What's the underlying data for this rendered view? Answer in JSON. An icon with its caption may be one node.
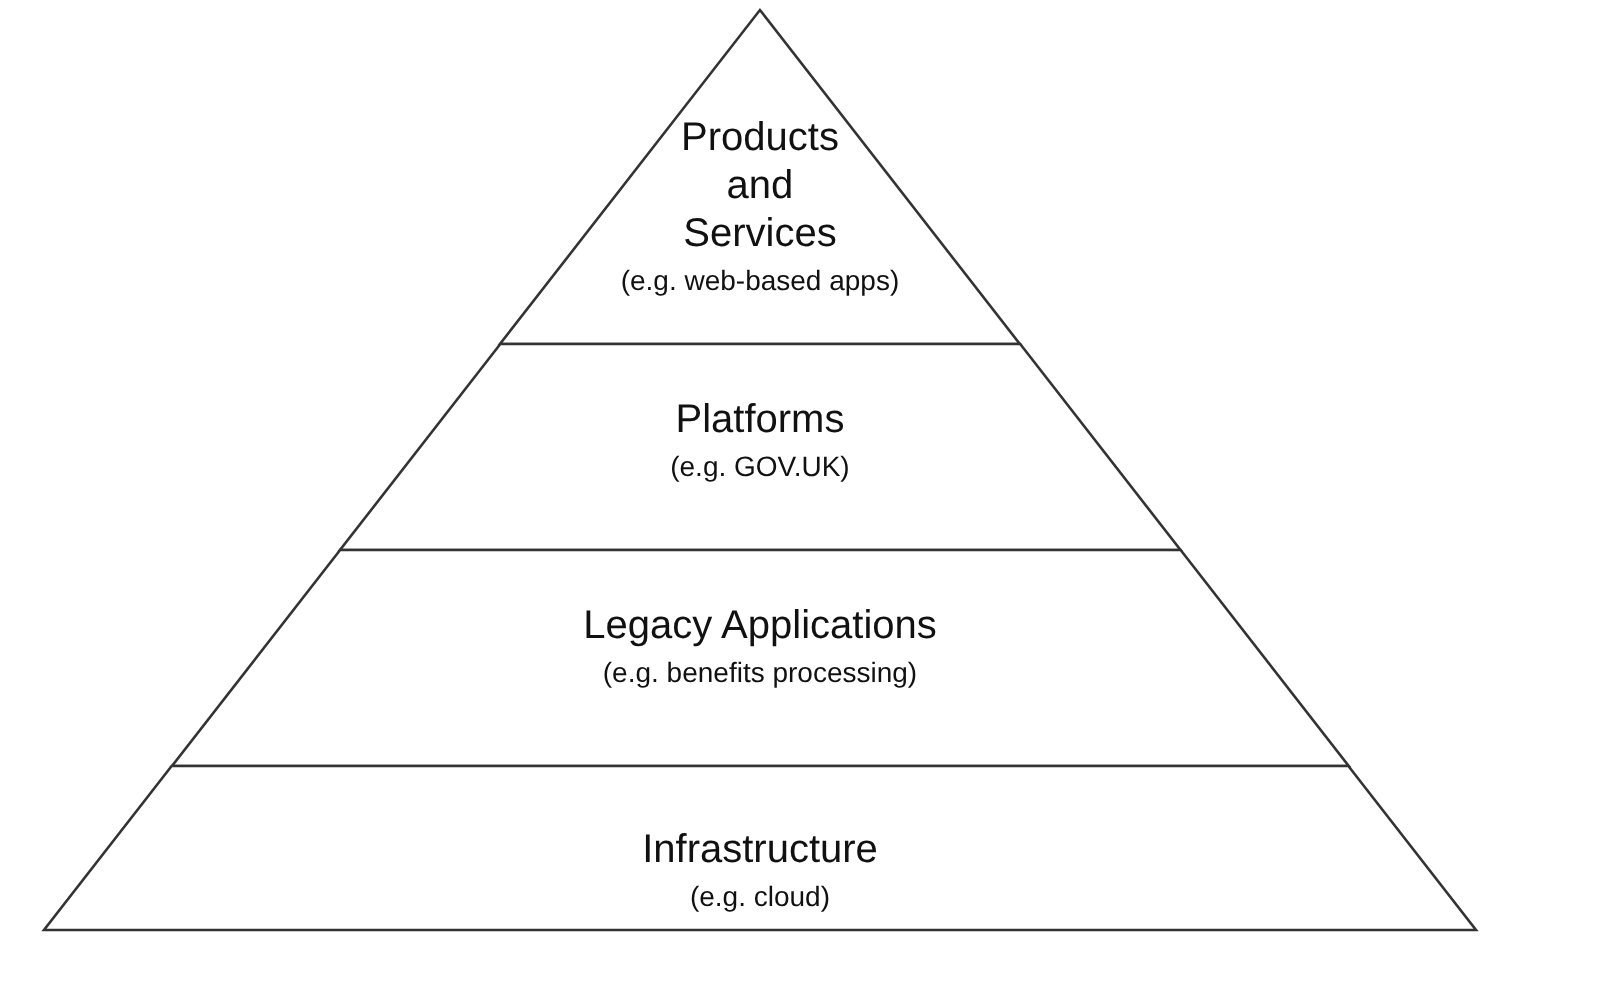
{
  "diagram": {
    "nodes": [
      {
        "text": [
          "Products and Services",
          "(e.g. web-based apps)"
        ]
      },
      {
        "text": [
          "Platforms",
          "(e.g. GOV.UK)"
        ]
      },
      {
        "text": [
          "Legacy Applications",
          "(e.g. benefits processing)"
        ]
      },
      {
        "text": [
          "Infrastructure",
          "(e.g. cloud)"
        ]
      }
    ]
  }
}
